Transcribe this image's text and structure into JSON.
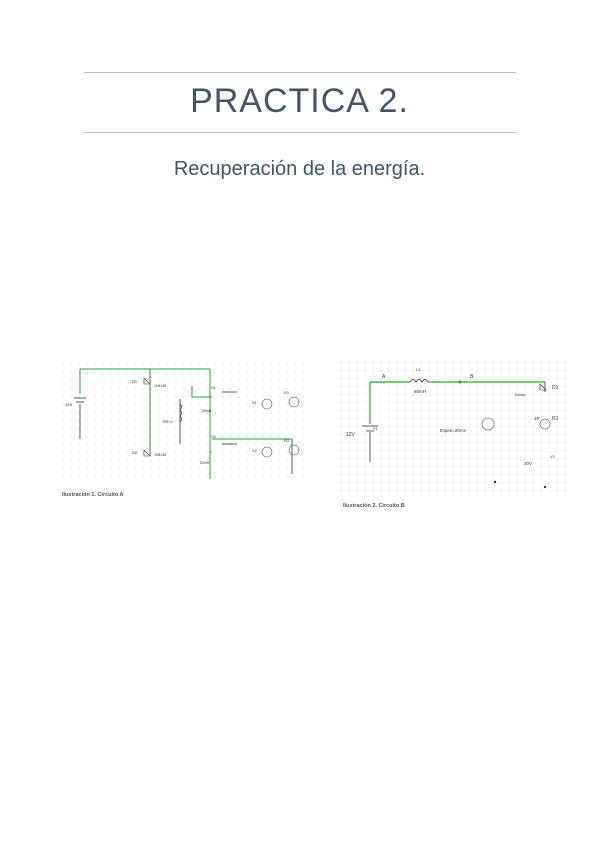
{
  "title": "PRACTICA 2.",
  "subtitle": "Recuperación de la energía.",
  "figures": [
    {
      "caption": "Ilustración 1. Circuito A",
      "labels": {
        "v1": "15V",
        "d1": "D1",
        "d2": "D2",
        "l1": "1N4148",
        "l2": "1N4148",
        "s1": "S1",
        "s2": "S2",
        "t1": "TRF=1",
        "x1": "X1",
        "x2": "X2",
        "r1": "R1",
        "r2": "R2",
        "ind1": "50mH",
        "ind2": "50mH"
      }
    },
    {
      "caption": "Ilustración 2. Circuito B",
      "labels": {
        "a": "A",
        "b": "B",
        "l1": "L1",
        "l1val": "50mH",
        "d1": "D1",
        "dmax": "Dmax",
        "v1": "V1",
        "v1val": "12V",
        "r1": "R1",
        "r1val": "1R",
        "v2": "V2",
        "v2val": "20V",
        "switch": "tOpen=20ms"
      }
    }
  ]
}
